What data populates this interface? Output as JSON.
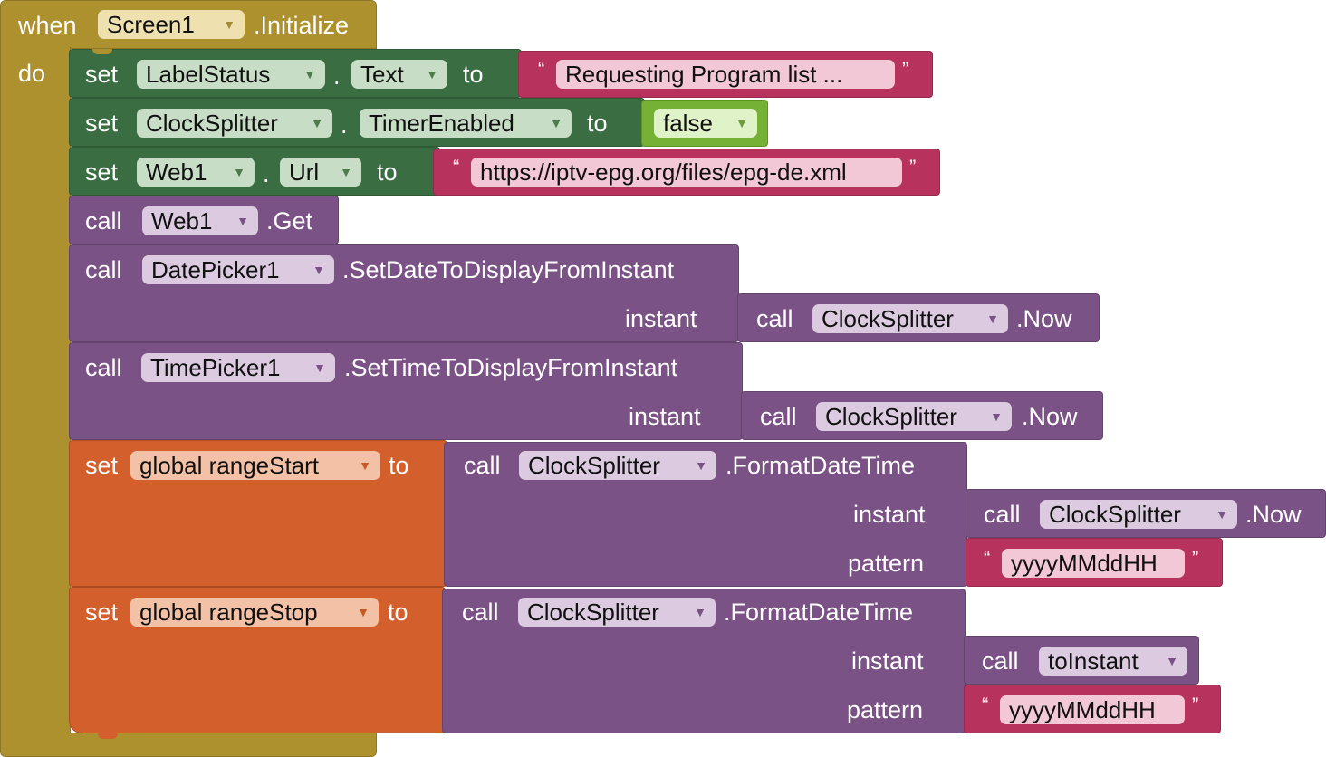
{
  "event": {
    "when": "when",
    "component": "Screen1",
    "event_name": ".Initialize",
    "do": "do"
  },
  "kw": {
    "set": "set",
    "to": "to",
    "call": "call",
    "dot": ".",
    "instant": "instant",
    "pattern": "pattern",
    "open_quote": "“",
    "close_quote": "”"
  },
  "stmts": {
    "label_status": {
      "component": "LabelStatus",
      "property": "Text",
      "value": "Requesting Program  list ..."
    },
    "clock_timer": {
      "component": "ClockSplitter",
      "property": "TimerEnabled",
      "value": "false"
    },
    "web_url": {
      "component": "Web1",
      "property": "Url",
      "value": "https://iptv-epg.org/files/epg-de.xml"
    },
    "web_get": {
      "component": "Web1",
      "method": ".Get"
    },
    "date_picker": {
      "component": "DatePicker1",
      "method": ".SetDateToDisplayFromInstant",
      "arg_component": "ClockSplitter",
      "arg_method": ".Now"
    },
    "time_picker": {
      "component": "TimePicker1",
      "method": ".SetTimeToDisplayFromInstant",
      "arg_component": "ClockSplitter",
      "arg_method": ".Now"
    },
    "range_start": {
      "variable": "global rangeStart",
      "component": "ClockSplitter",
      "method": ".FormatDateTime",
      "instant_component": "ClockSplitter",
      "instant_method": ".Now",
      "pattern": "yyyyMMddHH"
    },
    "range_stop": {
      "variable": "global rangeStop",
      "component": "ClockSplitter",
      "method": ".FormatDateTime",
      "instant_procedure": "toInstant",
      "pattern": "yyyyMMddHH"
    }
  },
  "colors": {
    "event": "#ae912f",
    "component_setter": "#3a6e42",
    "component_method": "#7b5285",
    "variable": "#d35f2c",
    "text": "#b8325e",
    "logic": "#75b134"
  }
}
